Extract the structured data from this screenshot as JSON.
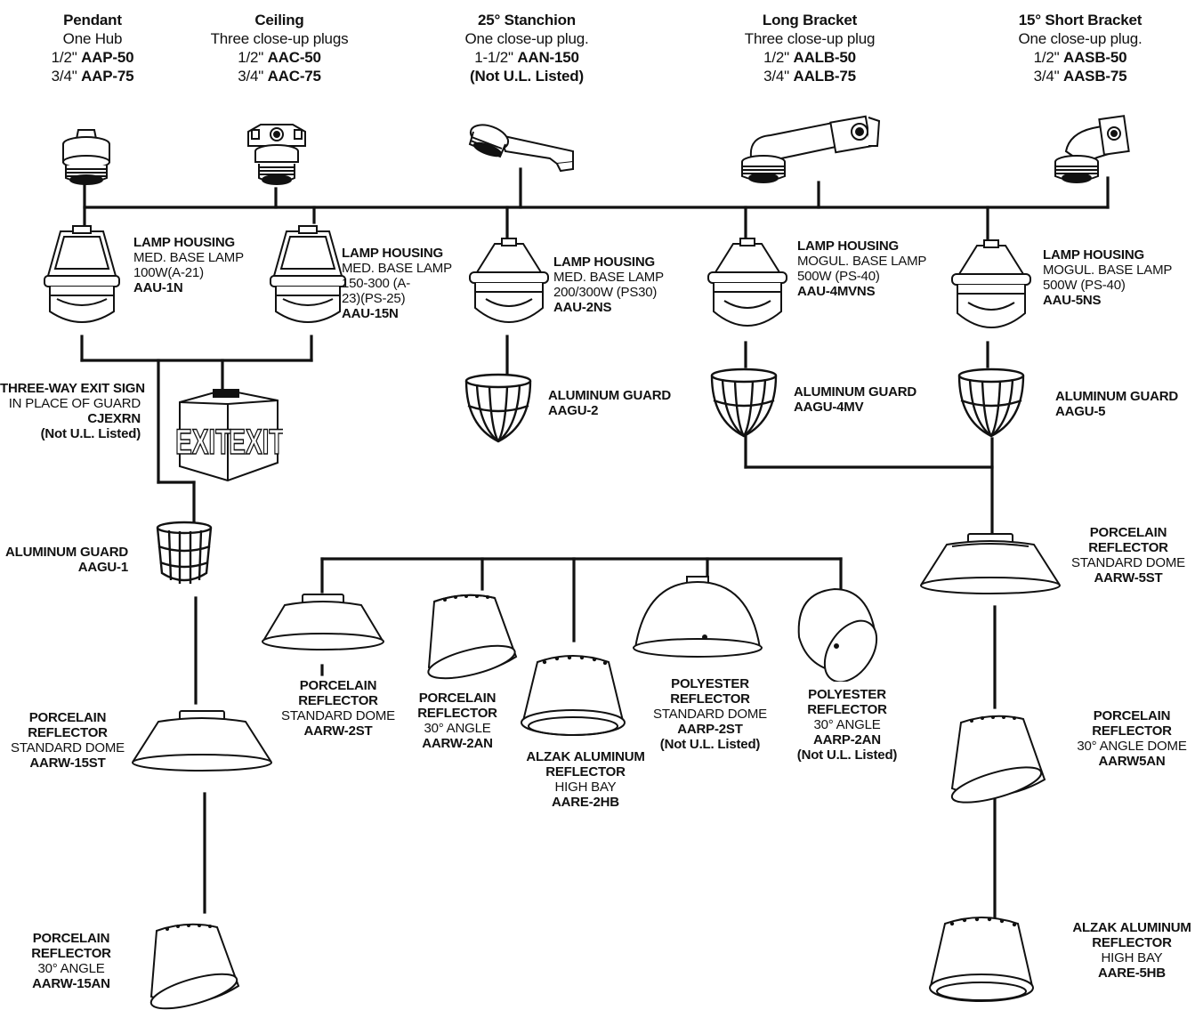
{
  "mountings": [
    {
      "id": "pendant",
      "lines": [
        {
          "t": "Pendant",
          "b": true
        },
        {
          "t": "One Hub"
        },
        {
          "pre": "1/2\" ",
          "code": "AAP-50"
        },
        {
          "pre": "3/4\" ",
          "code": "AAP-75"
        }
      ]
    },
    {
      "id": "ceiling",
      "lines": [
        {
          "t": "Ceiling",
          "b": true
        },
        {
          "t": "Three close-up plugs"
        },
        {
          "pre": "1/2\" ",
          "code": "AAC-50"
        },
        {
          "pre": "3/4\" ",
          "code": "AAC-75"
        }
      ]
    },
    {
      "id": "stanchion",
      "lines": [
        {
          "t": "25° Stanchion",
          "b": true
        },
        {
          "t": "One close-up plug."
        },
        {
          "pre": "1-1/2\" ",
          "code": "AAN-150"
        },
        {
          "t": "(Not U.L. Listed)",
          "b": true
        }
      ]
    },
    {
      "id": "long-bracket",
      "lines": [
        {
          "t": "Long Bracket",
          "b": true
        },
        {
          "t": "Three close-up plug"
        },
        {
          "pre": "1/2\" ",
          "code": "AALB-50"
        },
        {
          "pre": "3/4\" ",
          "code": "AALB-75"
        }
      ]
    },
    {
      "id": "short-bracket",
      "lines": [
        {
          "t": "15° Short Bracket",
          "b": true
        },
        {
          "t": "One close-up plug."
        },
        {
          "pre": "1/2\" ",
          "code": "AASB-50"
        },
        {
          "pre": "3/4\" ",
          "code": "AASB-75"
        }
      ]
    }
  ],
  "parts": [
    {
      "id": "aau-1n",
      "lines": [
        {
          "t": "LAMP HOUSING",
          "b": true
        },
        {
          "t": "MED. BASE LAMP"
        },
        {
          "t": "100W(A-21)"
        },
        {
          "t": "AAU-1N",
          "b": true
        }
      ]
    },
    {
      "id": "aau-15n",
      "lines": [
        {
          "t": "LAMP HOUSING",
          "b": true
        },
        {
          "t": "MED. BASE LAMP"
        },
        {
          "t": "150-300 (A-"
        },
        {
          "t": "23)(PS-25)"
        },
        {
          "t": "AAU-15N",
          "b": true
        }
      ]
    },
    {
      "id": "aau-2ns",
      "lines": [
        {
          "t": "LAMP HOUSING",
          "b": true
        },
        {
          "t": "MED. BASE LAMP"
        },
        {
          "t": "200/300W (PS30)"
        },
        {
          "t": "AAU-2NS",
          "b": true
        }
      ]
    },
    {
      "id": "aau-4mvns",
      "lines": [
        {
          "t": "LAMP HOUSING",
          "b": true
        },
        {
          "t": "MOGUL. BASE LAMP"
        },
        {
          "t": "500W (PS-40)"
        },
        {
          "t": "AAU-4MVNS",
          "b": true
        }
      ]
    },
    {
      "id": "aau-5ns",
      "lines": [
        {
          "t": "LAMP HOUSING",
          "b": true
        },
        {
          "t": "MOGUL. BASE LAMP"
        },
        {
          "t": "500W (PS-40)"
        },
        {
          "t": "AAU-5NS",
          "b": true
        }
      ]
    },
    {
      "id": "cjexrn",
      "lines": [
        {
          "t": "THREE-WAY EXIT SIGN",
          "b": true
        },
        {
          "t": "IN PLACE OF GUARD"
        },
        {
          "t": "CJEXRN",
          "b": true
        },
        {
          "t": "(Not U.L. Listed)",
          "b": true
        }
      ]
    },
    {
      "id": "aagu-2",
      "lines": [
        {
          "t": "ALUMINUM GUARD",
          "b": true
        },
        {
          "t": "AAGU-2",
          "b": true
        }
      ]
    },
    {
      "id": "aagu-4mv",
      "lines": [
        {
          "t": "ALUMINUM GUARD",
          "b": true
        },
        {
          "t": "AAGU-4MV",
          "b": true
        }
      ]
    },
    {
      "id": "aagu-5",
      "lines": [
        {
          "t": "ALUMINUM GUARD",
          "b": true
        },
        {
          "t": "AAGU-5",
          "b": true
        }
      ]
    },
    {
      "id": "aagu-1",
      "lines": [
        {
          "t": "ALUMINUM GUARD",
          "b": true
        },
        {
          "t": "AAGU-1",
          "b": true
        }
      ]
    },
    {
      "id": "aarw-5st",
      "lines": [
        {
          "t": "PORCELAIN",
          "b": true
        },
        {
          "t": "REFLECTOR",
          "b": true
        },
        {
          "t": "STANDARD DOME"
        },
        {
          "t": "AARW-5ST",
          "b": true
        }
      ]
    },
    {
      "id": "aarw-2st",
      "lines": [
        {
          "t": "PORCELAIN",
          "b": true
        },
        {
          "t": "REFLECTOR",
          "b": true
        },
        {
          "t": "STANDARD DOME"
        },
        {
          "t": "AARW-2ST",
          "b": true
        }
      ]
    },
    {
      "id": "aarw-2an",
      "lines": [
        {
          "t": "PORCELAIN",
          "b": true
        },
        {
          "t": "REFLECTOR",
          "b": true
        },
        {
          "t": "30° ANGLE"
        },
        {
          "t": "AARW-2AN",
          "b": true
        }
      ]
    },
    {
      "id": "aare-2hb",
      "lines": [
        {
          "t": "ALZAK ALUMINUM",
          "b": true
        },
        {
          "t": "REFLECTOR",
          "b": true
        },
        {
          "t": "HIGH BAY"
        },
        {
          "t": "AARE-2HB",
          "b": true
        }
      ]
    },
    {
      "id": "aarp-2st",
      "lines": [
        {
          "t": "POLYESTER",
          "b": true
        },
        {
          "t": "REFLECTOR",
          "b": true
        },
        {
          "t": "STANDARD DOME"
        },
        {
          "t": "AARP-2ST",
          "b": true
        },
        {
          "t": "(Not U.L. Listed)",
          "b": true
        }
      ]
    },
    {
      "id": "aarp-2an",
      "lines": [
        {
          "t": "POLYESTER",
          "b": true
        },
        {
          "t": "REFLECTOR",
          "b": true
        },
        {
          "t": "30° ANGLE"
        },
        {
          "t": "AARP-2AN",
          "b": true
        },
        {
          "t": "(Not U.L. Listed)",
          "b": true
        }
      ]
    },
    {
      "id": "aarw-15st",
      "lines": [
        {
          "t": "PORCELAIN",
          "b": true
        },
        {
          "t": "REFLECTOR",
          "b": true
        },
        {
          "t": "STANDARD DOME"
        },
        {
          "t": "AARW-15ST",
          "b": true
        }
      ]
    },
    {
      "id": "aarw5an",
      "lines": [
        {
          "t": "PORCELAIN",
          "b": true
        },
        {
          "t": "REFLECTOR",
          "b": true
        },
        {
          "t": "30° ANGLE DOME"
        },
        {
          "t": "AARW5AN",
          "b": true
        }
      ]
    },
    {
      "id": "aarw-15an",
      "lines": [
        {
          "t": "PORCELAIN",
          "b": true
        },
        {
          "t": "REFLECTOR",
          "b": true
        },
        {
          "t": "30° ANGLE"
        },
        {
          "t": "AARW-15AN",
          "b": true
        }
      ]
    },
    {
      "id": "aare-5hb",
      "lines": [
        {
          "t": "ALZAK ALUMINUM",
          "b": true
        },
        {
          "t": "REFLECTOR",
          "b": true
        },
        {
          "t": "HIGH BAY"
        },
        {
          "t": "AARE-5HB",
          "b": true
        }
      ]
    }
  ],
  "exit_sign": {
    "left_text": "EXIT",
    "right_text": "EXIT"
  },
  "colors": {
    "ink": "#111111",
    "paper": "#ffffff",
    "glass": "#f2f2f2"
  }
}
